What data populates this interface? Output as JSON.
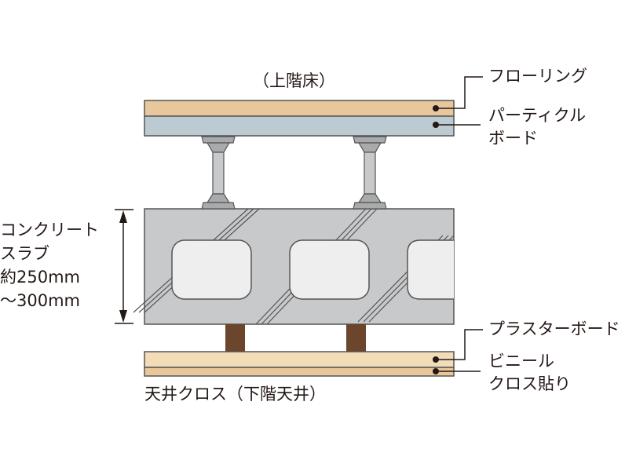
{
  "title": "（上階床）",
  "bottom_label": "天井クロス（下階天井）",
  "slab_label": [
    "コンクリート",
    "スラブ",
    "約250mm",
    "～300mm"
  ],
  "labels": {
    "flooring": "フローリング",
    "particle_board": [
      "パーティクル",
      "ボード"
    ],
    "plaster_board": "プラスターボード",
    "vinyl_cloth": [
      "ビニール",
      "クロス貼り"
    ]
  },
  "colors": {
    "flooring": "#e8c79c",
    "particle_board": "#bccbd2",
    "slab": "#c8c9cb",
    "hole": "#eeeeee",
    "joist": "#6b452c",
    "plaster_board": "#f3ddb8",
    "cloth": "#e8c89a",
    "support": "#a9aaab"
  }
}
